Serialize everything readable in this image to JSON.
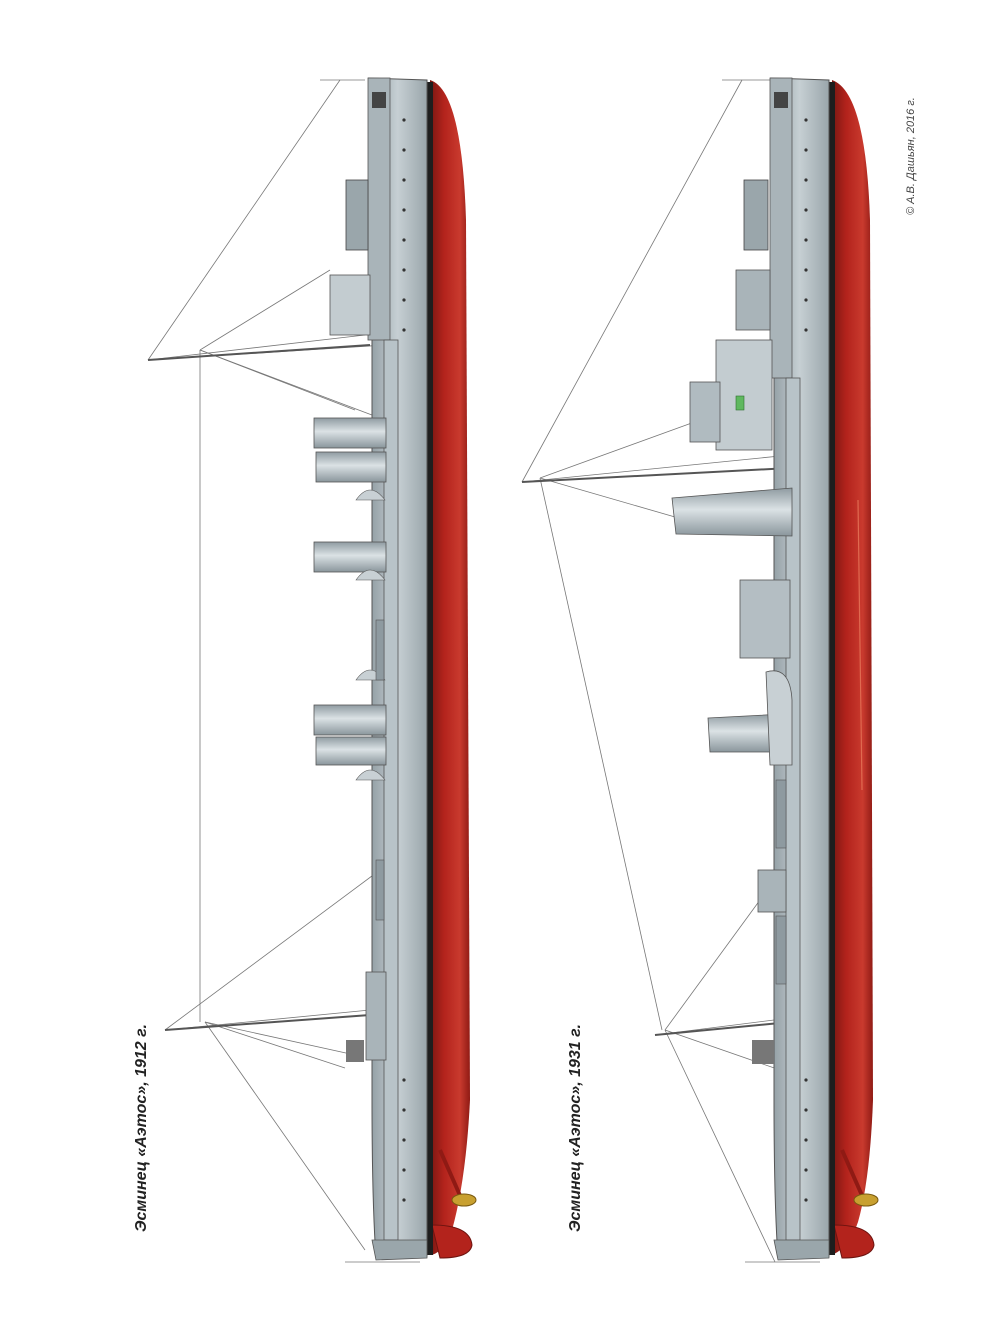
{
  "drawings": [
    {
      "caption": "Эсминец «Аэтос», 1912 г."
    },
    {
      "caption": "Эсминец «Аэтос», 1931 г."
    }
  ],
  "credit": "© А.В. Дашьян, 2016 г.",
  "colors": {
    "hull_red": "#b3231c",
    "hull_red_dark": "#6e1410",
    "hull_red_light": "#d24a3a",
    "boot_black": "#1e1e1e",
    "superstructure_grey": "#b8c3c8",
    "superstructure_light": "#dbe2e5",
    "rigging": "#777777",
    "brass": "#c8a030"
  },
  "icons": [
    "ship-1912-drawing",
    "ship-1931-drawing",
    "propeller-icon",
    "rudder-icon",
    "funnel-icon",
    "mast-icon"
  ]
}
